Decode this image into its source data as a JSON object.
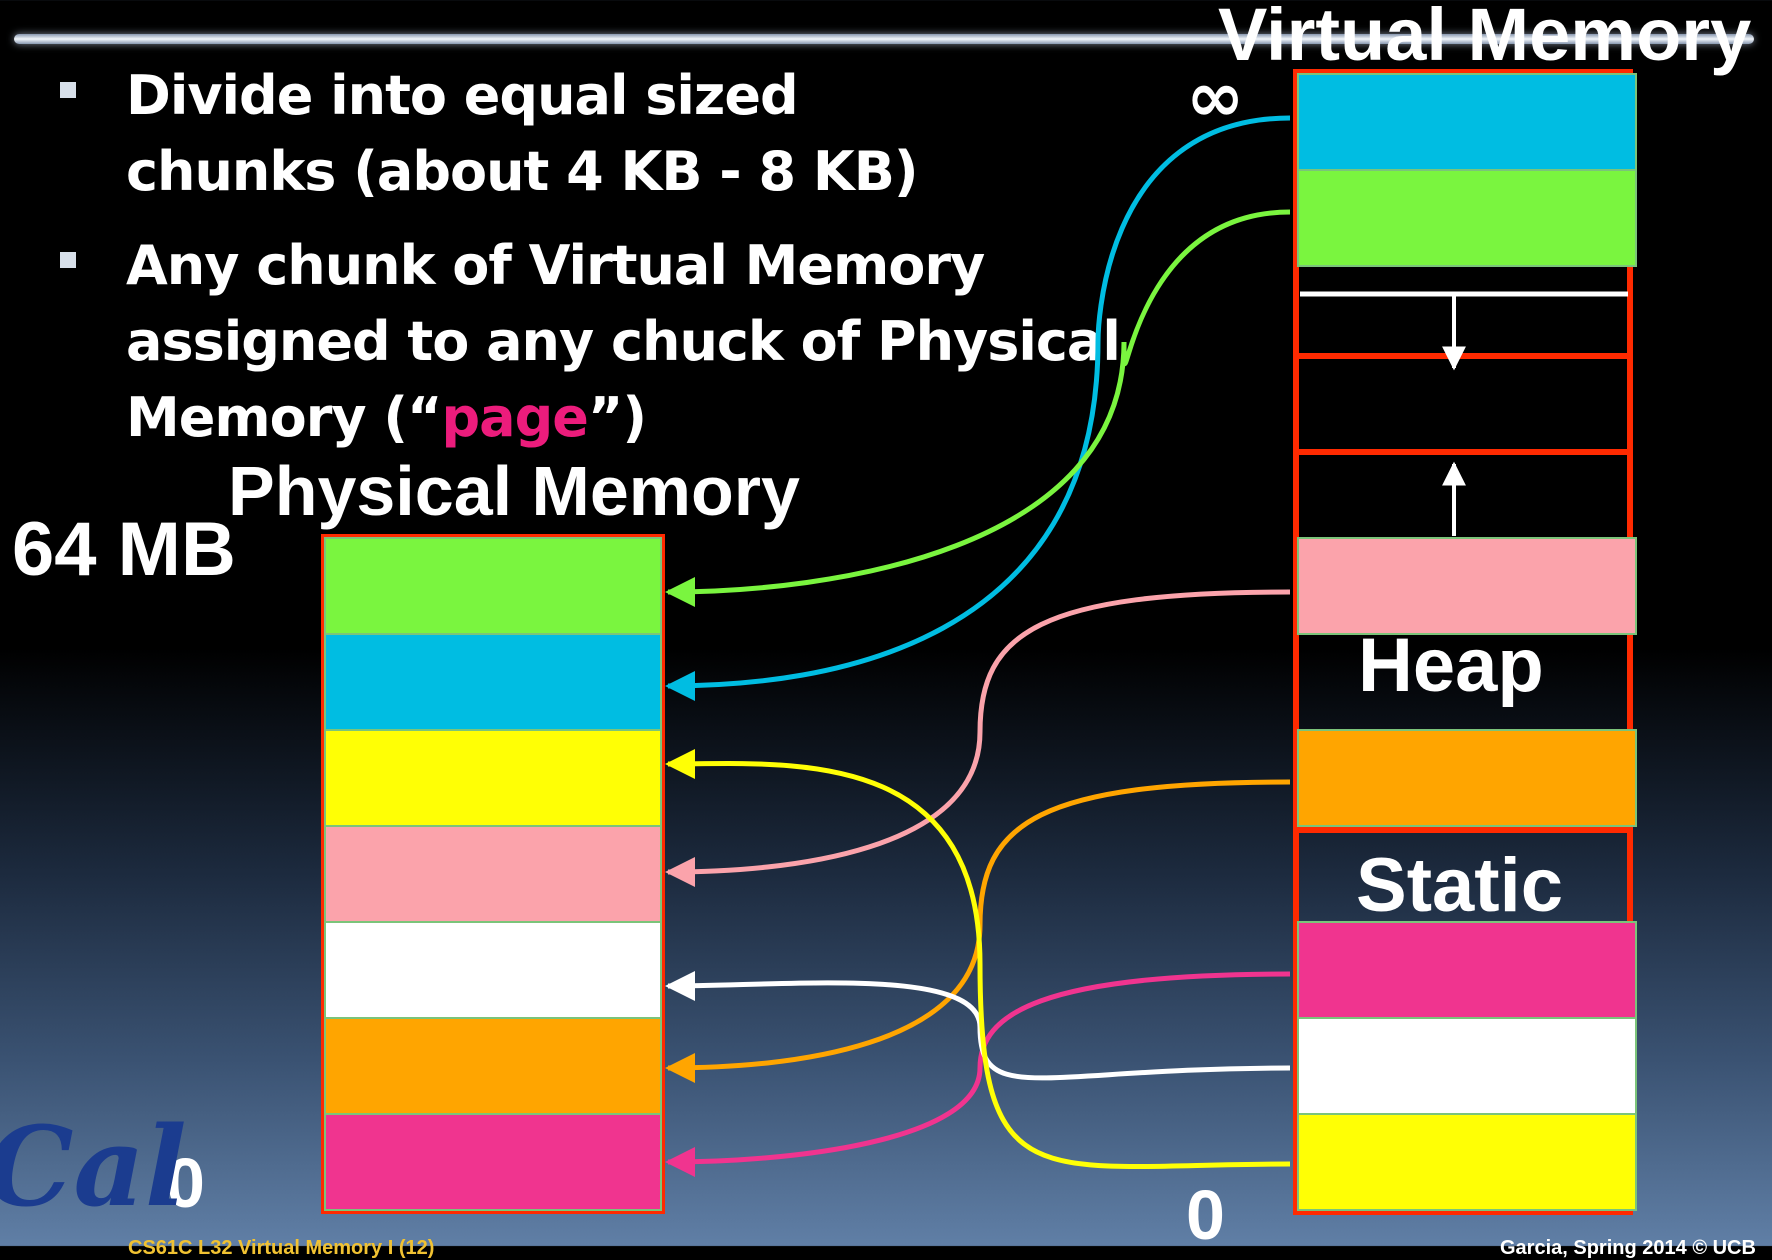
{
  "titles": {
    "virtual_memory": "Virtual Memory",
    "physical_memory": "Physical Memory"
  },
  "bullets": [
    {
      "lines": [
        "Divide into equal sized",
        "chunks (about 4 KB - 8 KB)"
      ]
    },
    {
      "lines": [
        "Any chunk of Virtual Memory",
        "assigned to any chuck of Physical"
      ],
      "last_prefix": "Memory (“",
      "highlight": "page",
      "last_suffix": "”)"
    }
  ],
  "labels": {
    "physical_top": "64 MB",
    "physical_bottom": "0",
    "virtual_top": "∞",
    "virtual_bottom": "0",
    "heap": "Heap",
    "static": "Static"
  },
  "footer": {
    "left_course": "CS61C L32 Virtual Memory I (12)",
    "right": "Garcia, Spring 2014 © UCB"
  },
  "colors": {
    "green": "#7af53f",
    "blue": "#00bde2",
    "yellow": "#ffff05",
    "light_pink": "#fba3ab",
    "white": "#ffffff",
    "orange": "#ffa500",
    "magenta": "#f0348f",
    "frame_red": "#ff2a00",
    "page_pink": "#ec1c7c"
  },
  "physical_pages": [
    "green",
    "blue",
    "yellow",
    "light_pink",
    "white",
    "orange",
    "magenta"
  ],
  "virtual_pages": [
    "blue",
    "green",
    "light_pink",
    "orange",
    "magenta",
    "white",
    "yellow"
  ],
  "mappings": [
    {
      "virtual": "blue",
      "physical": "blue"
    },
    {
      "virtual": "green",
      "physical": "green"
    },
    {
      "virtual": "light_pink",
      "physical": "light_pink"
    },
    {
      "virtual": "orange",
      "physical": "orange"
    },
    {
      "virtual": "magenta",
      "physical": "magenta"
    },
    {
      "virtual": "white",
      "physical": "white"
    },
    {
      "virtual": "yellow",
      "physical": "yellow"
    }
  ]
}
